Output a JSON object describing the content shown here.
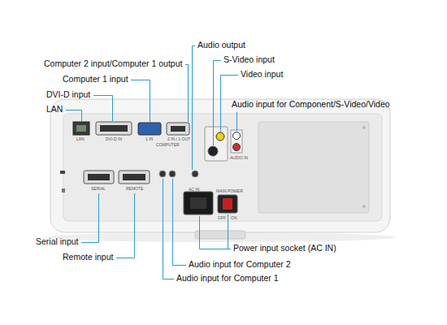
{
  "diagram": {
    "labels": [
      "Audio output",
      "Computer 2 input/Computer 1 output",
      "S-Video input",
      "Computer 1 input",
      "Video input",
      "Audio input for Component/S-Video/Video",
      "DVI-D input",
      "LAN",
      "Serial input",
      "Remote input",
      "Power input socket (AC IN)",
      "Audio input for Computer 2",
      "Audio input for Computer 1",
      "LAN",
      "DVI-D IN",
      "1 IN",
      "COMPUTER",
      "2 IN / 1 OUT",
      "SERIAL",
      "REMOTE",
      "AUDIO IN",
      "MAIN POWER",
      "OFF",
      "ON",
      "AC IN"
    ]
  }
}
